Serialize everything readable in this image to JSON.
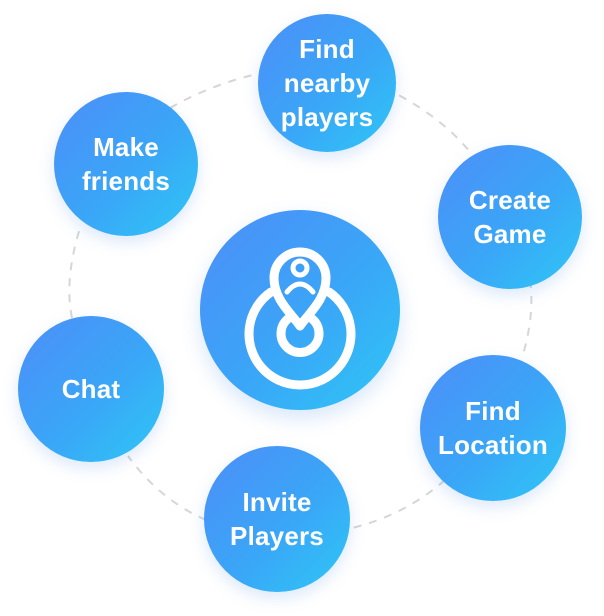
{
  "diagram": {
    "hub": {
      "icon": "location-pin-user-icon"
    },
    "nodes": [
      {
        "id": "find-nearby-players",
        "label": "Find\nnearby\nplayers"
      },
      {
        "id": "create-game",
        "label": "Create\nGame"
      },
      {
        "id": "find-location",
        "label": "Find\nLocation"
      },
      {
        "id": "invite-players",
        "label": "Invite\nPlayers"
      },
      {
        "id": "chat",
        "label": "Chat"
      },
      {
        "id": "make-friends",
        "label": "Make\nfriends"
      }
    ],
    "colors": {
      "gradient_start": "#4d8ef8",
      "gradient_end": "#2ec7f6",
      "connector": "#d6d6d6",
      "label": "#ffffff"
    }
  }
}
